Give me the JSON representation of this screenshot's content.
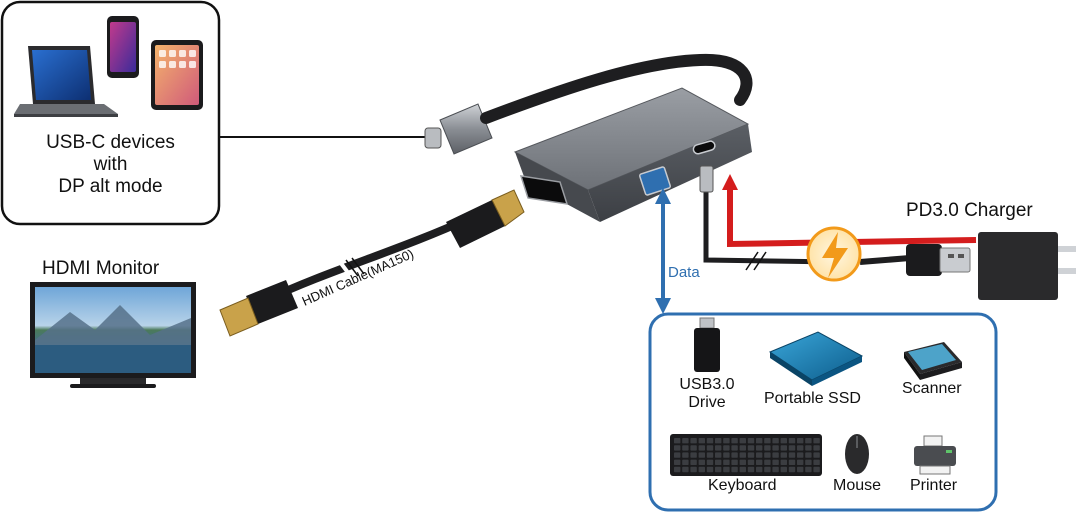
{
  "source_devices": {
    "line1": "USB-C devices",
    "line2": "with",
    "line3": "DP alt mode"
  },
  "monitor": {
    "label": "HDMI Monitor"
  },
  "hdmi_cable": {
    "label": "HDMI Cable(MA150)"
  },
  "charger": {
    "label": "PD3.0 Charger"
  },
  "data_link": {
    "label": "Data"
  },
  "peripherals": {
    "usb_drive": {
      "line1": "USB3.0",
      "line2": "Drive"
    },
    "ssd": "Portable SSD",
    "scanner": "Scanner",
    "keyboard": "Keyboard",
    "mouse": "Mouse",
    "printer": "Printer"
  },
  "colors": {
    "data_arrow": "#2f6fb0",
    "power_line": "#d41d1d",
    "peripheral_box_border": "#2f6fb0",
    "hub_body": "#6e7278",
    "charger_body": "#2a2a2c",
    "bolt_ring": "#f29a1a"
  }
}
